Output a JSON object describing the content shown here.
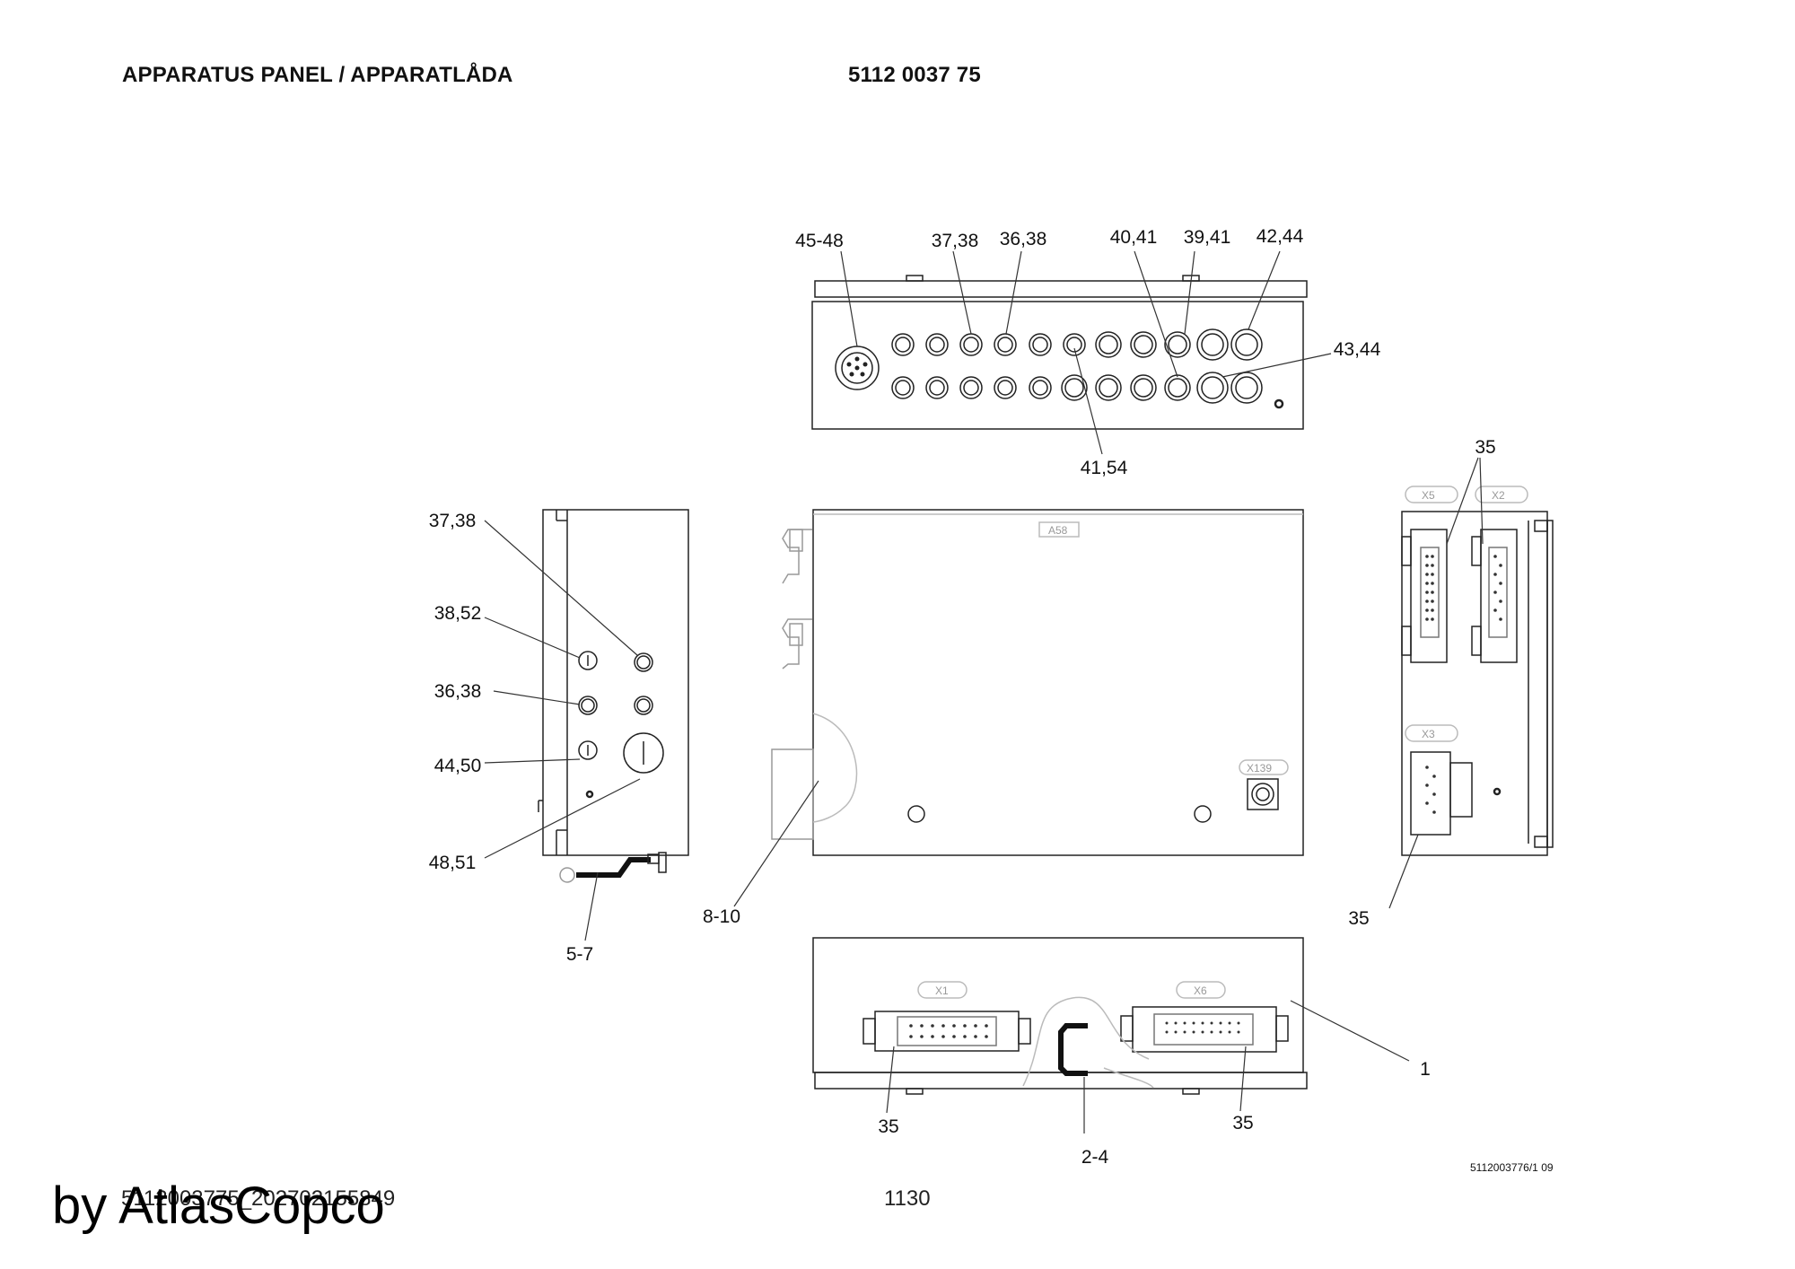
{
  "header": {
    "title": "APPARATUS PANEL / APPARATLÅDA",
    "part_number": "5112 0037 75"
  },
  "callouts": {
    "c45_48": "45-48",
    "c37_38_top": "37,38",
    "c36_38_top": "36,38",
    "c40_41": "40,41",
    "c39_41": "39,41",
    "c42_44": "42,44",
    "c43_44": "43,44",
    "c41_54": "41,54",
    "c37_38_left": "37,38",
    "c38_52": "38,52",
    "c36_38_left": "36,38",
    "c44_50": "44,50",
    "c48_51": "48,51",
    "c5_7": "5-7",
    "c8_10": "8-10",
    "c35_right_top": "35",
    "c35_right_bottom": "35",
    "c35_bottom_left": "35",
    "c35_bottom_right": "35",
    "c2_4": "2-4",
    "c1": "1"
  },
  "connector_tags": {
    "a58": "A58",
    "x139": "X139",
    "x5": "X5",
    "x2": "X2",
    "x3": "X3",
    "x1": "X1",
    "x6": "X6"
  },
  "drawing_ref": "5112003776/1 09",
  "footer": {
    "file_id": "5112003775_202702155849",
    "page": "1130",
    "brand": "by AtlasCopco"
  }
}
